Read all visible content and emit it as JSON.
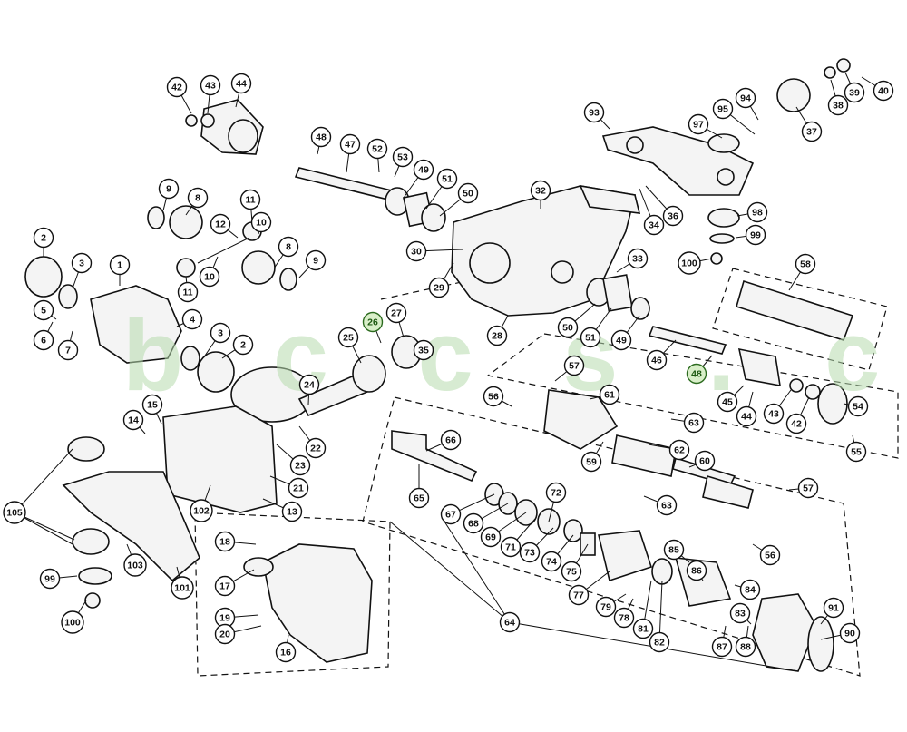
{
  "watermark": {
    "text": "b c c s . c h",
    "color": "#a9d49c"
  },
  "callouts": [
    {
      "label": "1"
    },
    {
      "label": "2"
    },
    {
      "label": "3"
    },
    {
      "label": "4"
    },
    {
      "label": "3"
    },
    {
      "label": "2"
    },
    {
      "label": "6"
    },
    {
      "label": "7"
    },
    {
      "label": "5"
    },
    {
      "label": "9"
    },
    {
      "label": "8"
    },
    {
      "label": "10"
    },
    {
      "label": "11"
    },
    {
      "label": "12"
    },
    {
      "label": "8"
    },
    {
      "label": "9"
    },
    {
      "label": "11"
    },
    {
      "label": "10"
    },
    {
      "label": "42"
    },
    {
      "label": "43"
    },
    {
      "label": "44"
    },
    {
      "label": "48"
    },
    {
      "label": "47"
    },
    {
      "label": "52"
    },
    {
      "label": "53"
    },
    {
      "label": "49"
    },
    {
      "label": "51"
    },
    {
      "label": "50"
    },
    {
      "label": "30"
    },
    {
      "label": "29"
    },
    {
      "label": "32"
    },
    {
      "label": "34"
    },
    {
      "label": "36"
    },
    {
      "label": "33"
    },
    {
      "label": "50"
    },
    {
      "label": "51"
    },
    {
      "label": "49"
    },
    {
      "label": "28"
    },
    {
      "label": "93"
    },
    {
      "label": "97"
    },
    {
      "label": "95"
    },
    {
      "label": "94"
    },
    {
      "label": "37"
    },
    {
      "label": "38"
    },
    {
      "label": "39"
    },
    {
      "label": "40"
    },
    {
      "label": "98"
    },
    {
      "label": "99"
    },
    {
      "label": "100"
    },
    {
      "label": "58"
    },
    {
      "label": "46"
    },
    {
      "label": "48",
      "green": true
    },
    {
      "label": "45"
    },
    {
      "label": "44"
    },
    {
      "label": "43"
    },
    {
      "label": "42"
    },
    {
      "label": "54"
    },
    {
      "label": "55"
    },
    {
      "label": "25"
    },
    {
      "label": "26",
      "green": true
    },
    {
      "label": "27"
    },
    {
      "label": "35"
    },
    {
      "label": "24"
    },
    {
      "label": "22"
    },
    {
      "label": "23"
    },
    {
      "label": "21"
    },
    {
      "label": "13"
    },
    {
      "label": "102"
    },
    {
      "label": "14"
    },
    {
      "label": "15"
    },
    {
      "label": "56"
    },
    {
      "label": "57"
    },
    {
      "label": "61"
    },
    {
      "label": "63"
    },
    {
      "label": "62"
    },
    {
      "label": "59"
    },
    {
      "label": "60"
    },
    {
      "label": "63"
    },
    {
      "label": "57"
    },
    {
      "label": "56"
    },
    {
      "label": "66"
    },
    {
      "label": "65"
    },
    {
      "label": "67"
    },
    {
      "label": "68"
    },
    {
      "label": "69"
    },
    {
      "label": "71"
    },
    {
      "label": "72"
    },
    {
      "label": "73"
    },
    {
      "label": "74"
    },
    {
      "label": "75"
    },
    {
      "label": "77"
    },
    {
      "label": "79"
    },
    {
      "label": "78"
    },
    {
      "label": "81"
    },
    {
      "label": "82"
    },
    {
      "label": "85"
    },
    {
      "label": "86"
    },
    {
      "label": "84"
    },
    {
      "label": "83"
    },
    {
      "label": "87"
    },
    {
      "label": "88"
    },
    {
      "label": "91"
    },
    {
      "label": "90"
    },
    {
      "label": "64"
    },
    {
      "label": "105"
    },
    {
      "label": "103"
    },
    {
      "label": "101"
    },
    {
      "label": "99"
    },
    {
      "label": "100"
    },
    {
      "label": "18"
    },
    {
      "label": "17"
    },
    {
      "label": "19"
    },
    {
      "label": "20"
    },
    {
      "label": "16"
    }
  ]
}
